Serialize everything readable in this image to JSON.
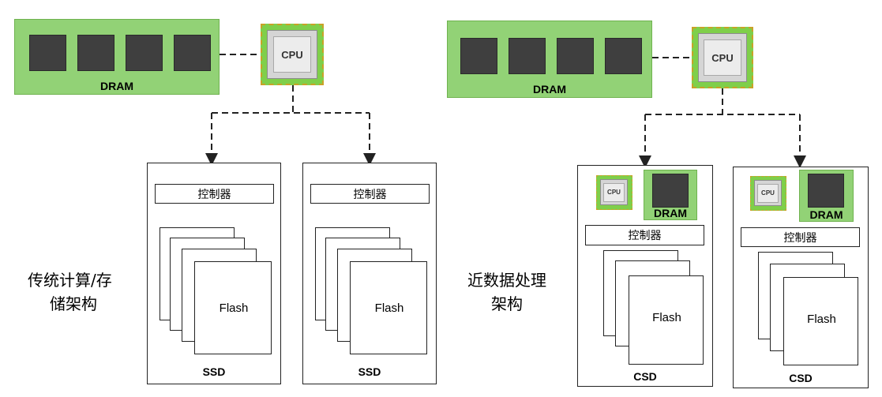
{
  "left": {
    "dram_label": "DRAM",
    "cpu_label": "CPU",
    "controller_label": "控制器",
    "flash_label": "Flash",
    "drive_label": "SSD",
    "caption_line1": "传统计算/存",
    "caption_line2": "储架构"
  },
  "right": {
    "dram_label": "DRAM",
    "cpu_label": "CPU",
    "controller_label": "控制器",
    "flash_label": "Flash",
    "drive_label": "CSD",
    "mini_cpu_label": "CPU",
    "mini_dram_label": "DRAM",
    "caption_line1": "近数据处理",
    "caption_line2": "架构"
  },
  "colors": {
    "dram_green": "#92d276",
    "chip_dark": "#3f3f3f",
    "cpu_green": "#7fcf4a",
    "line": "#222222"
  }
}
